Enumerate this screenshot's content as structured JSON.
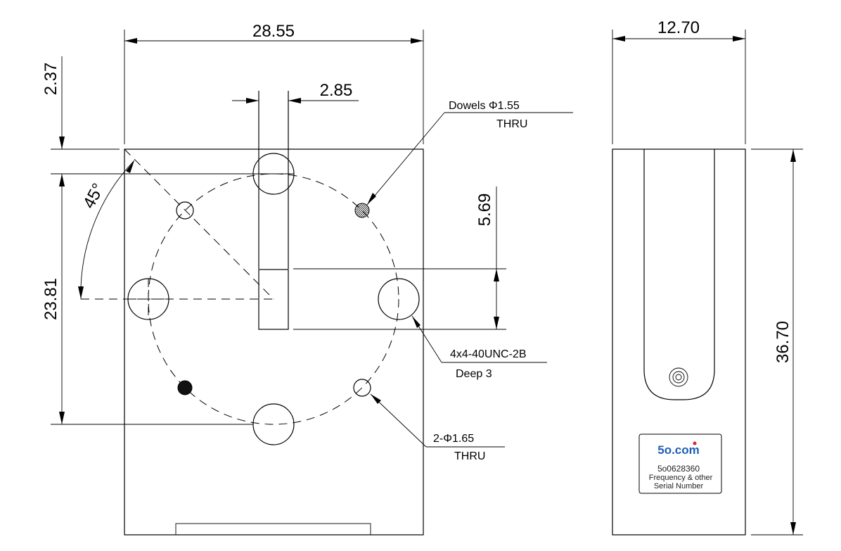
{
  "front_view": {
    "width_dim": "28.55",
    "slot_width_dim": "2.85",
    "top_offset_dim": "2.37",
    "height_dim": "23.81",
    "slot_depth_dim": "5.69",
    "angle_dim": "45°",
    "dowels_note": "Dowels Φ1.55",
    "dowels_note_2": "THRU",
    "thread_note": "4x4-40UNC-2B",
    "thread_note_2": "Deep 3",
    "holes_note": "2-Φ1.65",
    "holes_note_2": "THRU"
  },
  "side_view": {
    "width_dim": "12.70",
    "height_dim": "36.70",
    "label": {
      "logo": "5o.com",
      "part_number": "5o0628360",
      "line2": "Frequency & other",
      "line3": "Serial Number"
    }
  }
}
